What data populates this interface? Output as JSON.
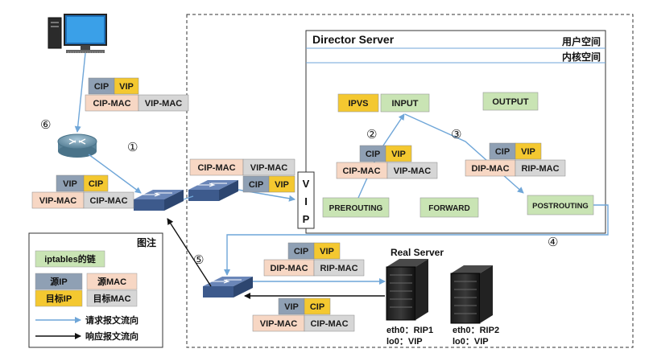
{
  "director": {
    "title": "Director Server",
    "user_space": "用户空间",
    "kernel_space": "内核空间"
  },
  "chains": {
    "ipvs": "IPVS",
    "input": "INPUT",
    "output": "OUTPUT",
    "prerouting": "PREROUTING",
    "forward": "FORWARD",
    "postrouting": "POSTROUTING"
  },
  "vip_port": [
    "V",
    "I",
    "P"
  ],
  "steps": [
    "①",
    "②",
    "③",
    "④",
    "⑤",
    "⑥"
  ],
  "packets": {
    "top": {
      "src_ip": "CIP",
      "dst_ip": "VIP",
      "src_mac": "CIP-MAC",
      "dst_mac": "VIP-MAC"
    },
    "left": {
      "src_ip": "VIP",
      "dst_ip": "CIP",
      "src_mac": "VIP-MAC",
      "dst_mac": "CIP-MAC"
    },
    "mid": {
      "src_ip": "CIP",
      "dst_ip": "VIP",
      "src_mac": "CIP-MAC",
      "dst_mac": "VIP-MAC"
    },
    "step2": {
      "src_ip": "CIP",
      "dst_ip": "VIP",
      "src_mac": "CIP-MAC",
      "dst_mac": "VIP-MAC"
    },
    "step3": {
      "src_ip": "CIP",
      "dst_ip": "VIP",
      "src_mac": "DIP-MAC",
      "dst_mac": "RIP-MAC"
    },
    "to_real": {
      "src_ip": "CIP",
      "dst_ip": "VIP",
      "src_mac": "DIP-MAC",
      "dst_mac": "RIP-MAC"
    },
    "reply": {
      "src_ip": "VIP",
      "dst_ip": "CIP",
      "src_mac": "VIP-MAC",
      "dst_mac": "CIP-MAC"
    }
  },
  "real_server": {
    "title": "Real Server",
    "server1": {
      "eth0": "eth0：RIP1",
      "lo0": "lo0：VIP"
    },
    "server2": {
      "eth0": "eth0：RIP2",
      "lo0": "lo0：VIP"
    }
  },
  "legend": {
    "title": "图注",
    "chain": "iptables的链",
    "src_ip": "源IP",
    "src_mac": "源MAC",
    "dst_ip": "目标IP",
    "dst_mac": "目标MAC",
    "request_flow": "请求报文流向",
    "response_flow": "响应报文流向"
  },
  "colors": {
    "src_ip": "#8fa0b4",
    "dst_ip": "#f4c830",
    "src_mac": "#f7d7c4",
    "dst_mac": "#d6d6d6",
    "chain": "#c9e4b4",
    "ipvs": "#f4c830",
    "request_arrow": "#6fa6d8",
    "response_arrow": "#111111",
    "switch": "#3d5a8c",
    "router": "#6a93aa"
  }
}
